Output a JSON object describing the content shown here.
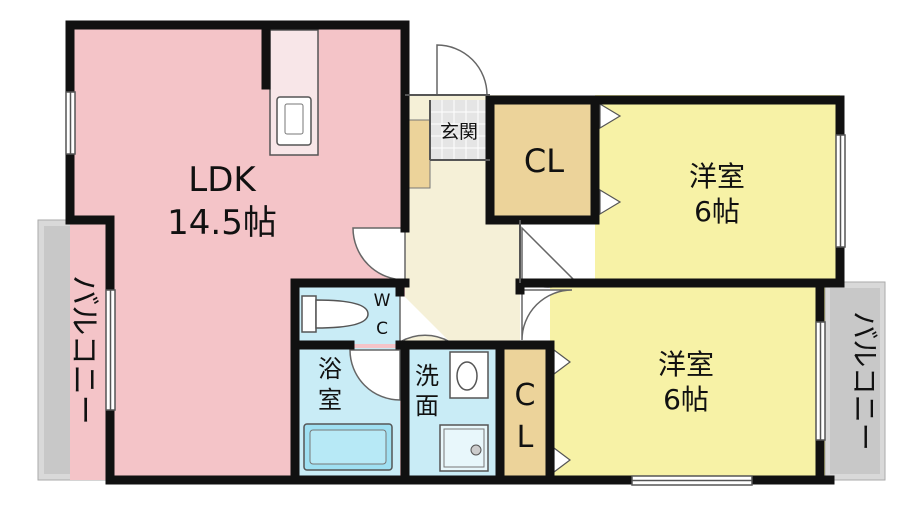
{
  "rooms": {
    "ldk": {
      "name": "LDK",
      "size": "14.5帖"
    },
    "western_upper": {
      "name": "洋室",
      "size": "6帖"
    },
    "western_lower": {
      "name": "洋室",
      "size": "6帖"
    },
    "closet_upper": {
      "name": "CL"
    },
    "closet_lower": {
      "line1": "C",
      "line2": "L"
    },
    "entrance": {
      "name": "玄関"
    },
    "toilet": {
      "line1": "W",
      "line2": "C"
    },
    "bathroom": {
      "line1": "浴",
      "line2": "室"
    },
    "washroom": {
      "line1": "洗",
      "line2": "面"
    },
    "balcony_left": {
      "name": "バルコニー"
    },
    "balcony_right": {
      "name": "バルコニー"
    }
  },
  "colors": {
    "ldk": "#f4c4c8",
    "western": "#f7f2a6",
    "closet": "#ecd39a",
    "hall": "#f5f0d7",
    "wet": "#c9ecf6",
    "balcony": "#d9d9d9",
    "wall": "#111111"
  }
}
